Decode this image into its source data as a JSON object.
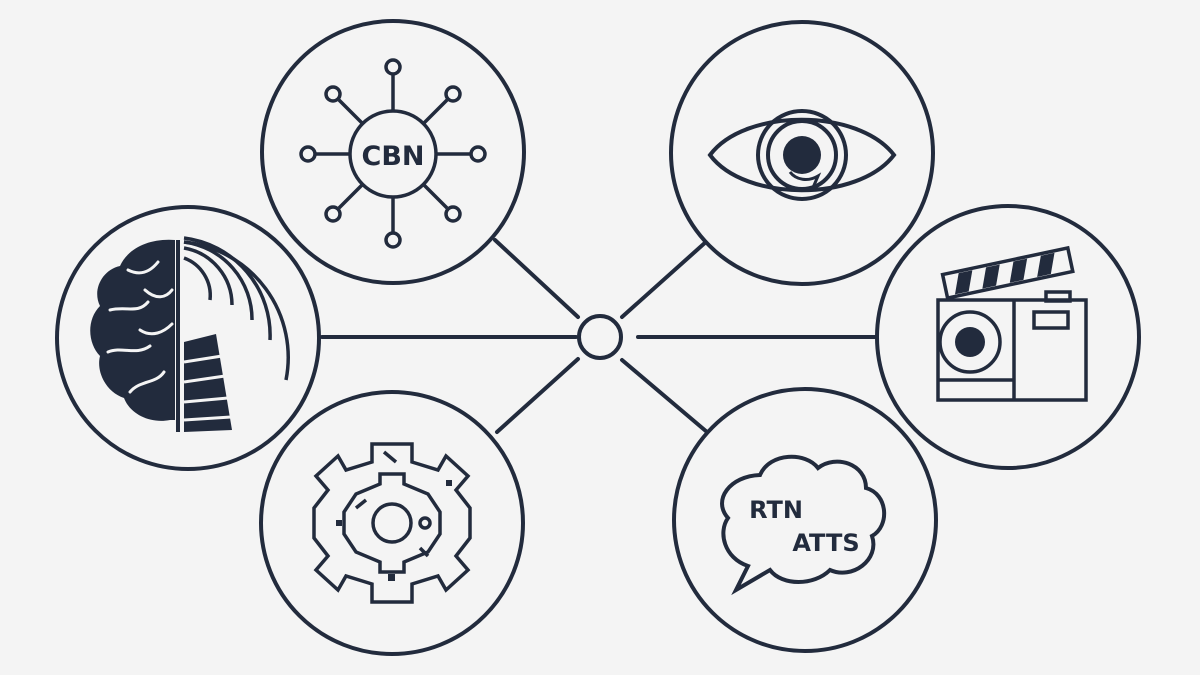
{
  "diagram": {
    "type": "hub-and-spoke",
    "colors": {
      "background": "#f4f4f4",
      "ink": "#222b3d"
    },
    "hub": {
      "icon": "hub-circle"
    },
    "nodes": [
      {
        "id": "network",
        "icon": "network-nodes-icon",
        "label": "CBN"
      },
      {
        "id": "brain",
        "icon": "brain-signal-icon"
      },
      {
        "id": "gear",
        "icon": "gear-circuit-icon"
      },
      {
        "id": "eye",
        "icon": "eye-icon"
      },
      {
        "id": "media",
        "icon": "clapperboard-camera-icon"
      },
      {
        "id": "speech",
        "icon": "speech-bubble-icon",
        "label_line1": "RTN",
        "label_line2": "ATTS"
      }
    ]
  }
}
